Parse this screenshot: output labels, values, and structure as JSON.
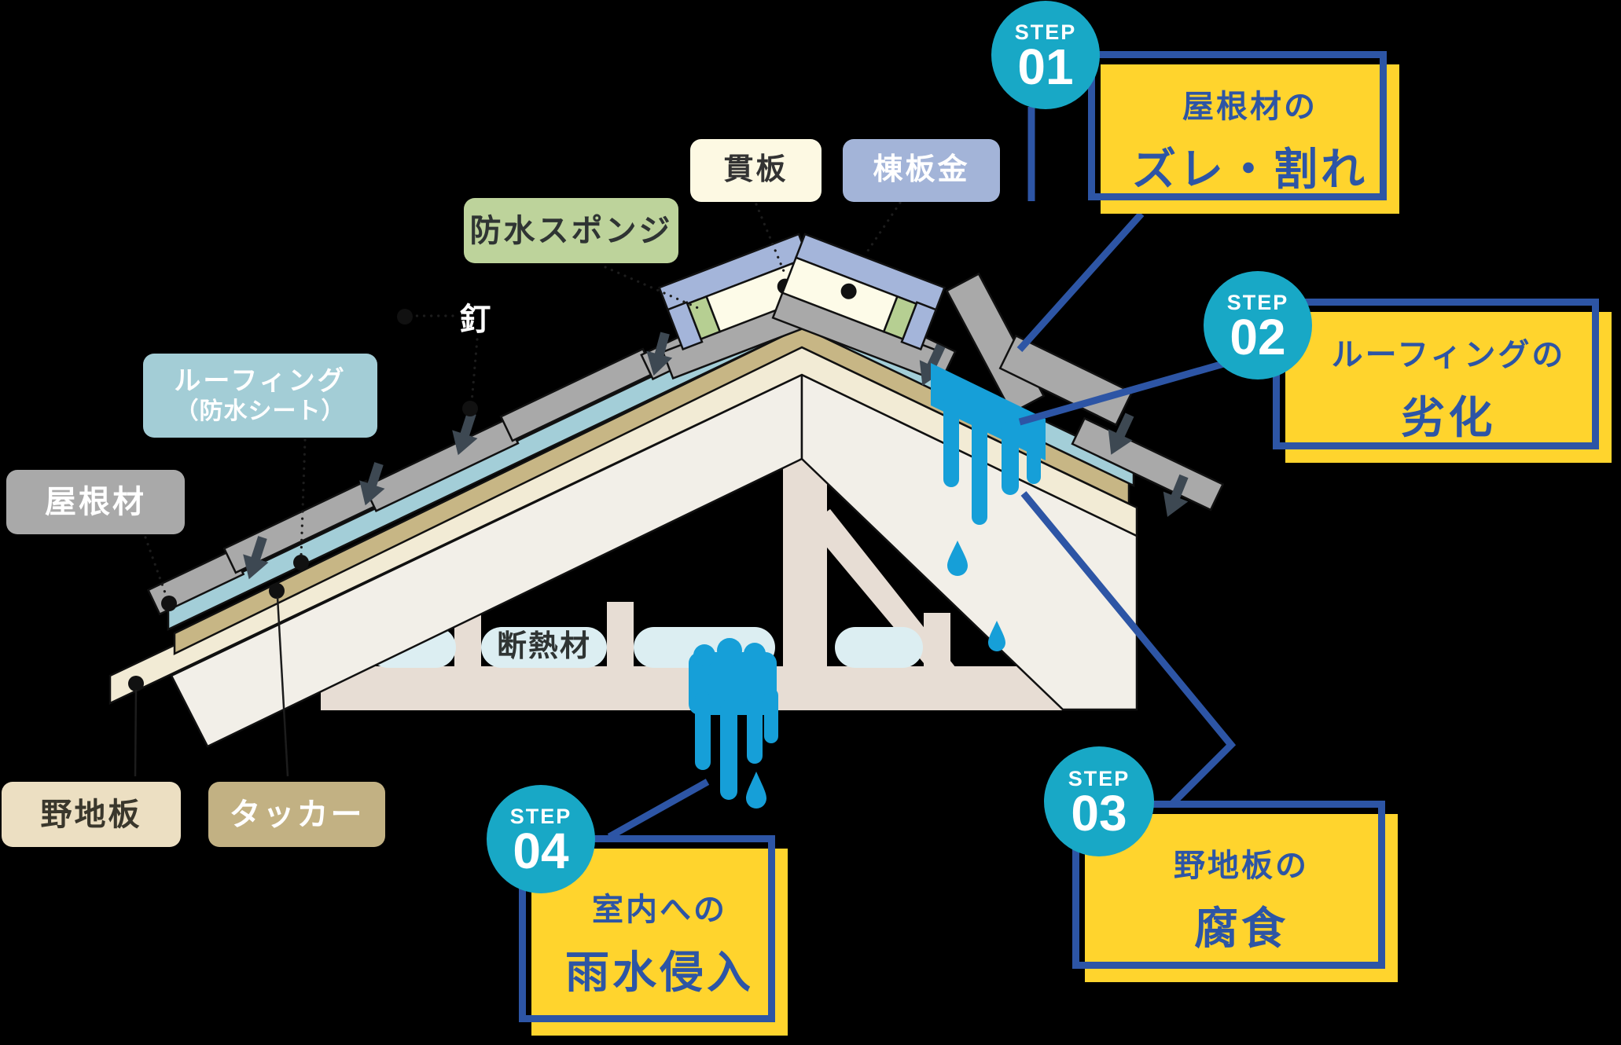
{
  "illustration": {
    "labels": {
      "nukiita": "貫板",
      "munebankin": "棟板金",
      "bousui_sponge": "防水スポンジ",
      "kugi": "釘",
      "roofing_line1": "ルーフィング",
      "roofing_line2": "（防水シート）",
      "yanezai": "屋根材",
      "nojiita": "野地板",
      "tacker": "タッカー",
      "dannetsuzai": "断熱材"
    }
  },
  "steps": [
    {
      "badge_label": "STEP",
      "number": "01",
      "line1": "屋根材の",
      "line2": "ズレ・割れ"
    },
    {
      "badge_label": "STEP",
      "number": "02",
      "line1": "ルーフィングの",
      "line2": "劣化"
    },
    {
      "badge_label": "STEP",
      "number": "03",
      "line1": "野地板の",
      "line2": "腐食"
    },
    {
      "badge_label": "STEP",
      "number": "04",
      "line1": "室内への",
      "line2": "雨水侵入"
    }
  ],
  "colors": {
    "accent_yellow": "#ffd42d",
    "accent_navy": "#2d55a5",
    "badge_teal": "#18a8c6",
    "water_blue": "#169fd8",
    "tile_gray": "#a9a9a9",
    "roofing_teal": "#a3ced8",
    "tacker_tan": "#c7b685",
    "nojiita_cream": "#f2ebd5",
    "ridge_metal_blue": "#a4b5da",
    "sponge_green": "#b6cf92"
  }
}
